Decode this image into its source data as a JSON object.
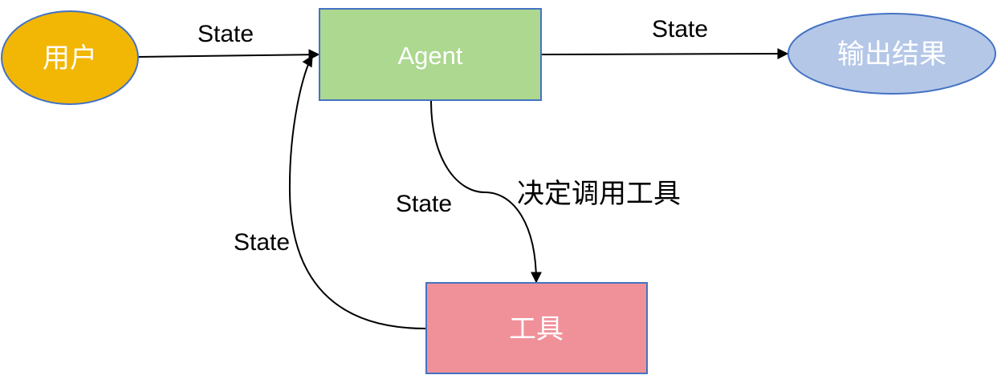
{
  "nodes": {
    "user": {
      "label": "用户",
      "color": "#F2B705"
    },
    "agent": {
      "label": "Agent",
      "color": "#ACD88F"
    },
    "output": {
      "label": "输出结果",
      "color": "#B4C7E7"
    },
    "tool": {
      "label": "工具",
      "color": "#F0919A"
    }
  },
  "edges": {
    "user_to_agent": "State",
    "agent_to_output": "State",
    "agent_to_tool_state": "State",
    "agent_to_tool_action": "决定调用工具",
    "tool_to_agent": "State"
  },
  "colors": {
    "border": "#4472C4",
    "line": "#000000"
  }
}
